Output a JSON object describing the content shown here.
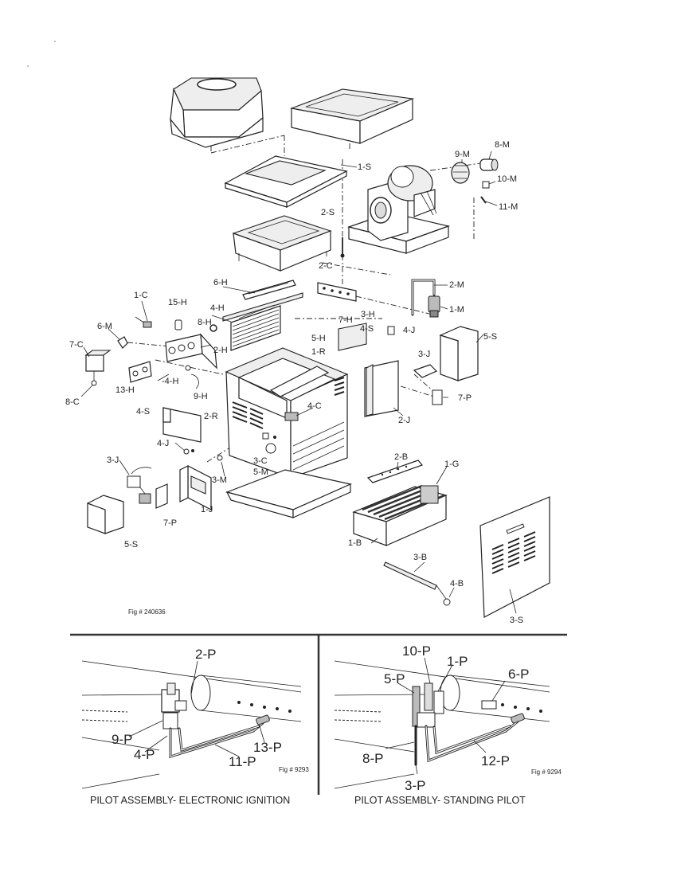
{
  "main_figure": {
    "figure_number": "Fig # 240636",
    "labels": {
      "l_1S": "1-S",
      "l_2S": "2-S",
      "l_2C": "2-C",
      "l_8M": "8-M",
      "l_9M": "9-M",
      "l_10M": "10-M",
      "l_11M": "11-M",
      "l_2M": "2-M",
      "l_1M": "1-M",
      "l_6H": "6-H",
      "l_1C": "1-C",
      "l_15H": "15-H",
      "l_4H": "4-H",
      "l_8H": "8-H",
      "l_6M": "6-M",
      "l_7C": "7-C",
      "l_8C": "8-C",
      "l_2H": "2-H",
      "l_4H_b": "-4-H",
      "l_13H": "13-H",
      "l_9H": "9-H",
      "l_3H": "3-H",
      "l_7H": "7-H",
      "l_4S": "4-S",
      "l_4J": "4-J",
      "l_5H": "5-H",
      "l_1R": "1-R",
      "l_5S": "5-S",
      "l_3J": "3-J",
      "l_7P": "7-P",
      "l_2J": "2-J",
      "l_4C": "4-C",
      "l_4S_b": "4-S",
      "l_2R": "2-R",
      "l_4J_b": "4-J",
      "l_3J_b": "3-J",
      "l_3C": "3-C",
      "l_5M": "5-M",
      "l_3M": "3-M",
      "l_1J": "1-J",
      "l_7P_b": "7-P",
      "l_5S_b": "5-S",
      "l_2B": "2-B",
      "l_1G": "1-G",
      "l_1B": "1-B",
      "l_3B": "3-B",
      "l_4B": "4-B",
      "l_3S": "3-S"
    }
  },
  "pilot_electronic": {
    "caption": "PILOT ASSEMBLY- ELECTRONIC IGNITION",
    "figure_number": "Fig # 9293",
    "labels": {
      "p2": "2-P",
      "p9": "9-P",
      "p4": "4-P",
      "p11": "11-P",
      "p13": "13-P"
    }
  },
  "pilot_standing": {
    "caption": "PILOT ASSEMBLY- STANDING PILOT",
    "figure_number": "Fig # 9294",
    "labels": {
      "p10": "10-P",
      "p1": "1-P",
      "p5": "5-P",
      "p6": "6-P",
      "p8": "8-P",
      "p12": "12-P",
      "p3": "3-P"
    }
  }
}
